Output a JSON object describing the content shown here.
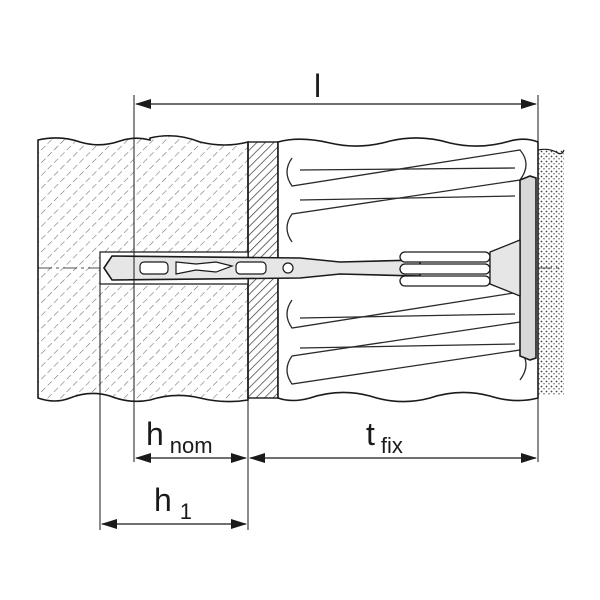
{
  "diagram": {
    "dimensions": {
      "total_length": {
        "main": "l"
      },
      "nominal_depth": {
        "main": "h",
        "sub": "nom"
      },
      "fixture_thickness": {
        "main": "t",
        "sub": "fix"
      },
      "drill_depth": {
        "main": "h",
        "sub": "1"
      }
    },
    "colors": {
      "line": "#1a1a1a",
      "hatch": "#555555",
      "render_hatch": "#333333",
      "anchor_fill": "#dcdcdc",
      "background": "#ffffff"
    }
  }
}
